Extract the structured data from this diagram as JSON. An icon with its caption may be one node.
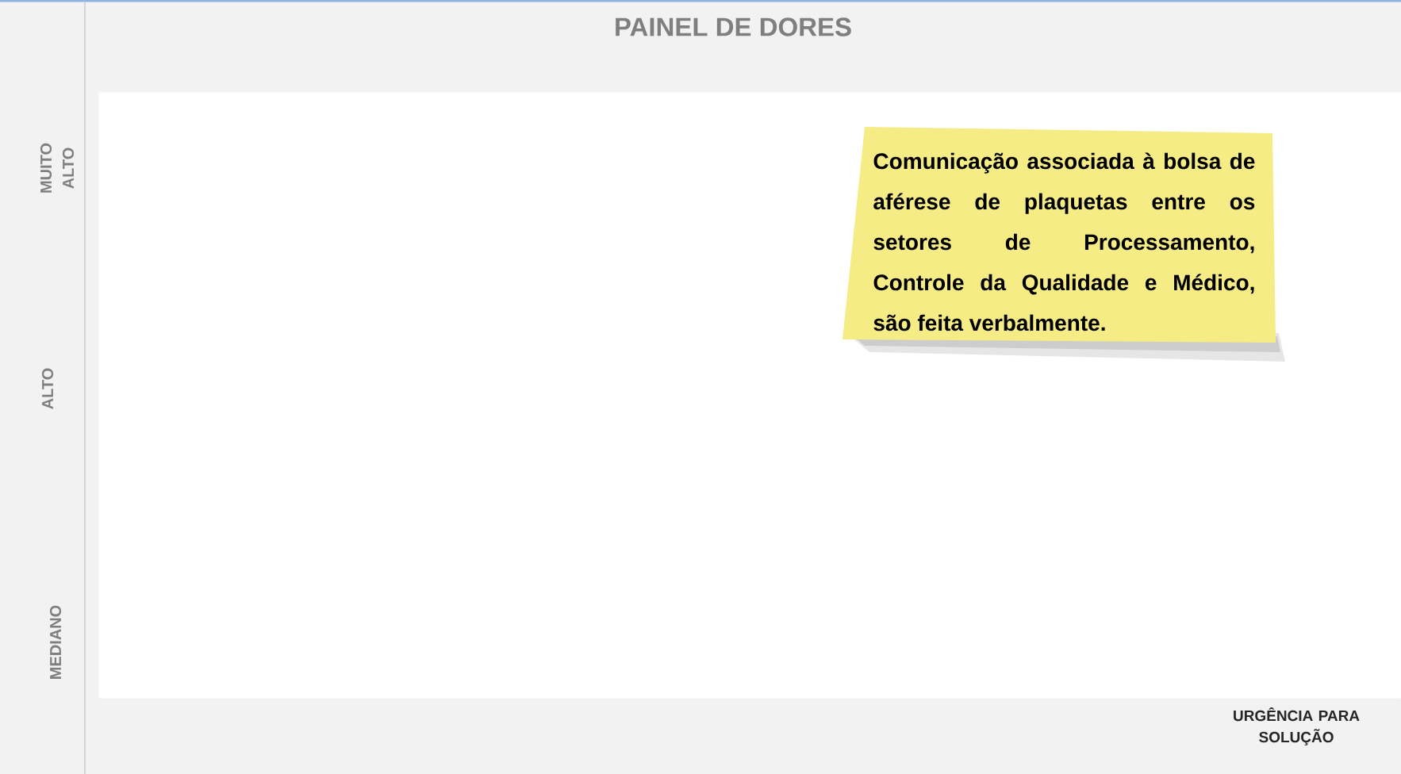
{
  "diagram": {
    "title": "PAINEL DE DORES",
    "nodes": [
      {
        "text": [],
        "shape": "box"
      },
      {
        "text": [
          "Comunicação associada à bolsa de aférese de plaquetas entre os setores de Processamento, Controle da Qualidade e Médico, são feita verbalmente."
        ],
        "in": 0
      }
    ],
    "labels": [
      "MUITO ALTO",
      "ALTO",
      "MEDIANO",
      "URGÊNCIA PARA SOLUÇÃO"
    ]
  }
}
